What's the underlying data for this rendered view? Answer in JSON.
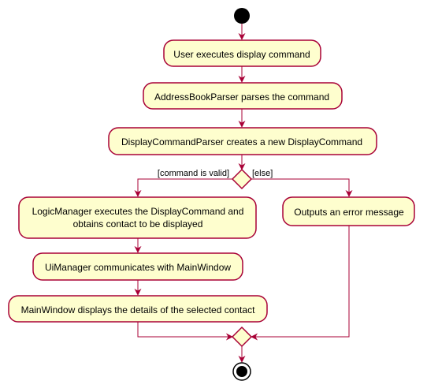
{
  "diagram": {
    "type": "activity",
    "colors": {
      "node_fill": "#FEFECE",
      "border": "#A80036",
      "arrow": "#A80036",
      "text": "#000000",
      "start_end": "#000000"
    },
    "actions": [
      {
        "id": "user-executes",
        "lines": [
          "User executes display command"
        ]
      },
      {
        "id": "parser-parses",
        "lines": [
          "AddressBookParser parses the command"
        ]
      },
      {
        "id": "creates-command",
        "lines": [
          "DisplayCommandParser creates a new DisplayCommand"
        ]
      },
      {
        "id": "logic-executes",
        "lines": [
          "LogicManager executes the DisplayCommand and",
          "obtains contact to be displayed"
        ]
      },
      {
        "id": "error-message",
        "lines": [
          "Outputs an error message"
        ]
      },
      {
        "id": "ui-communicates",
        "lines": [
          "UiManager communicates with MainWindow"
        ]
      },
      {
        "id": "window-displays",
        "lines": [
          "MainWindow displays the details of the selected contact"
        ]
      }
    ],
    "decision": {
      "guard_true": "[command is valid]",
      "guard_false": "[else]"
    }
  }
}
